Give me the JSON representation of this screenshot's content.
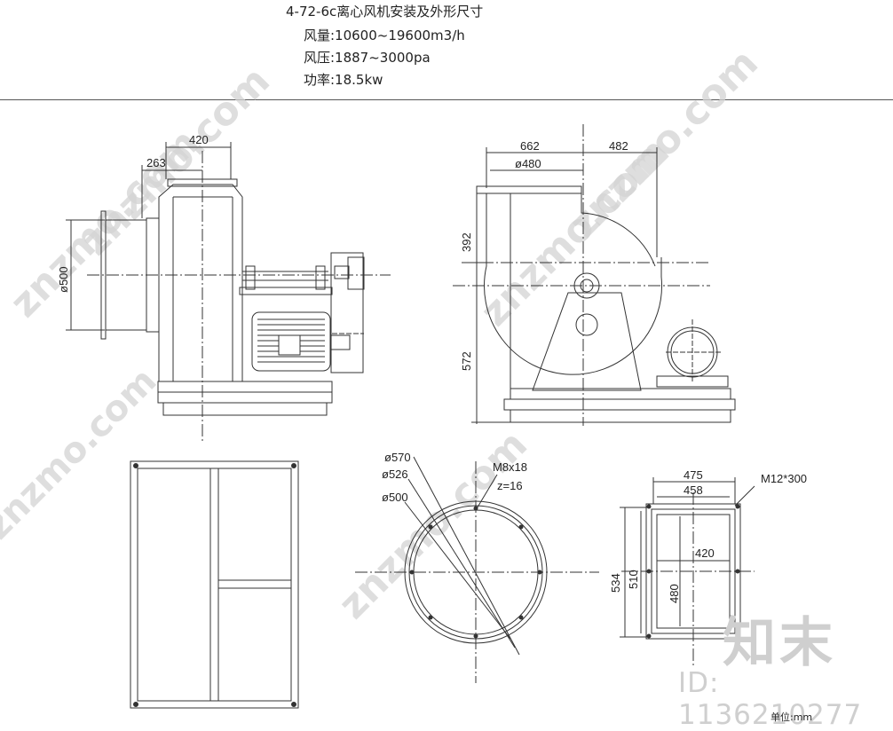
{
  "header": {
    "title": "4-72-6c离心风机安装及外形尺寸",
    "airflow": "风量:10600~19600m3/h",
    "pressure": "风压:1887~3000pa",
    "power": "功率:18.5kw"
  },
  "side_view": {
    "dim_420": "420",
    "dim_263": "263",
    "dim_500": "ø500"
  },
  "front_view": {
    "dim_662": "662",
    "dim_482": "482",
    "dim_480": "ø480",
    "dim_392": "392",
    "dim_572": "572"
  },
  "flange_view": {
    "d570": "ø570",
    "d526": "ø526",
    "d500": "ø500",
    "bolt": "M8x18",
    "z": "z=16"
  },
  "outlet_view": {
    "w475": "475",
    "w458": "458",
    "w420": "420",
    "h534": "534",
    "h510": "510",
    "h480": "480",
    "bolt": "M12*300"
  },
  "watermark": {
    "text": "znzmo.com",
    "logo": "知末",
    "id": "ID: 1136210277"
  },
  "footer": {
    "unit": "单位:mm"
  }
}
